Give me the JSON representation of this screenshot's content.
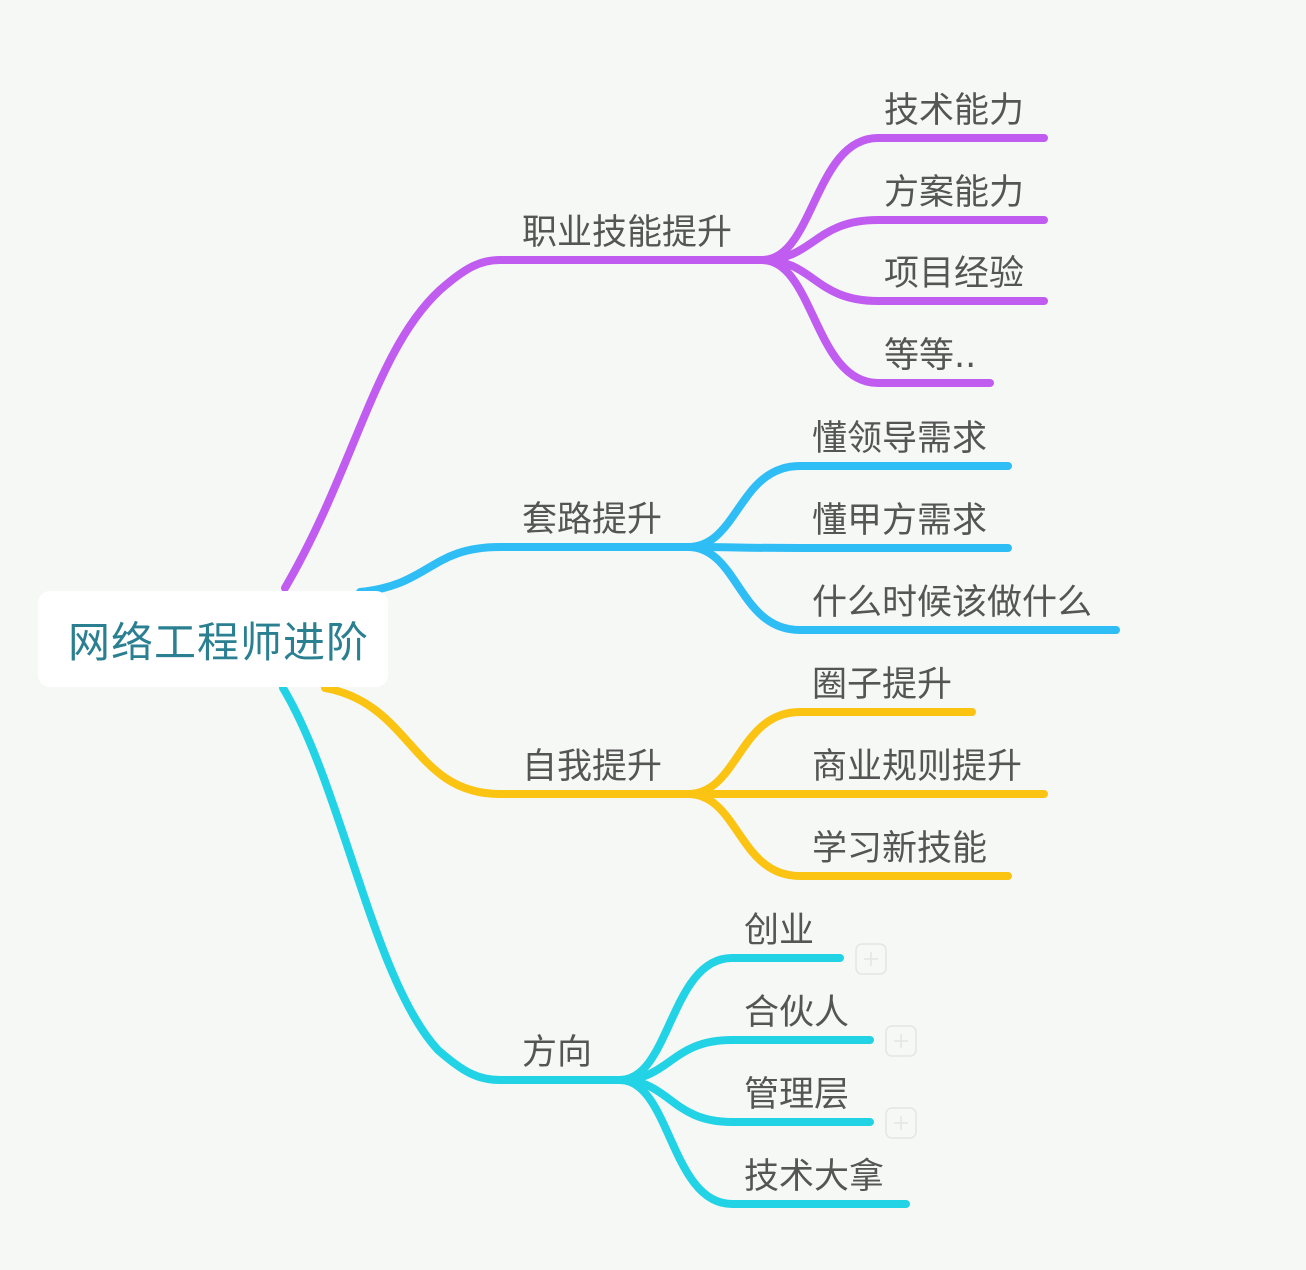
{
  "root": {
    "label": "网络工程师进阶",
    "color": "#2a7f91"
  },
  "branches": [
    {
      "label": "职业技能提升",
      "color": "#c05cf0",
      "children": [
        "技术能力",
        "方案能力",
        "项目经验",
        "等等.."
      ]
    },
    {
      "label": "套路提升",
      "color": "#2fbdf5",
      "children": [
        "懂领导需求",
        "懂甲方需求",
        "什么时候该做什么"
      ]
    },
    {
      "label": "自我提升",
      "color": "#fbc312",
      "children": [
        "圈子提升",
        "商业规则提升",
        "学习新技能"
      ]
    },
    {
      "label": "方向",
      "color": "#22d3e6",
      "children": [
        "创业",
        "合伙人",
        "管理层",
        "技术大拿"
      ]
    }
  ],
  "collapsed_indicators": [
    {
      "child": "创业",
      "icon": "plus-square-icon"
    },
    {
      "child": "合伙人",
      "icon": "plus-square-icon"
    },
    {
      "child": "管理层",
      "icon": "plus-square-icon"
    }
  ]
}
